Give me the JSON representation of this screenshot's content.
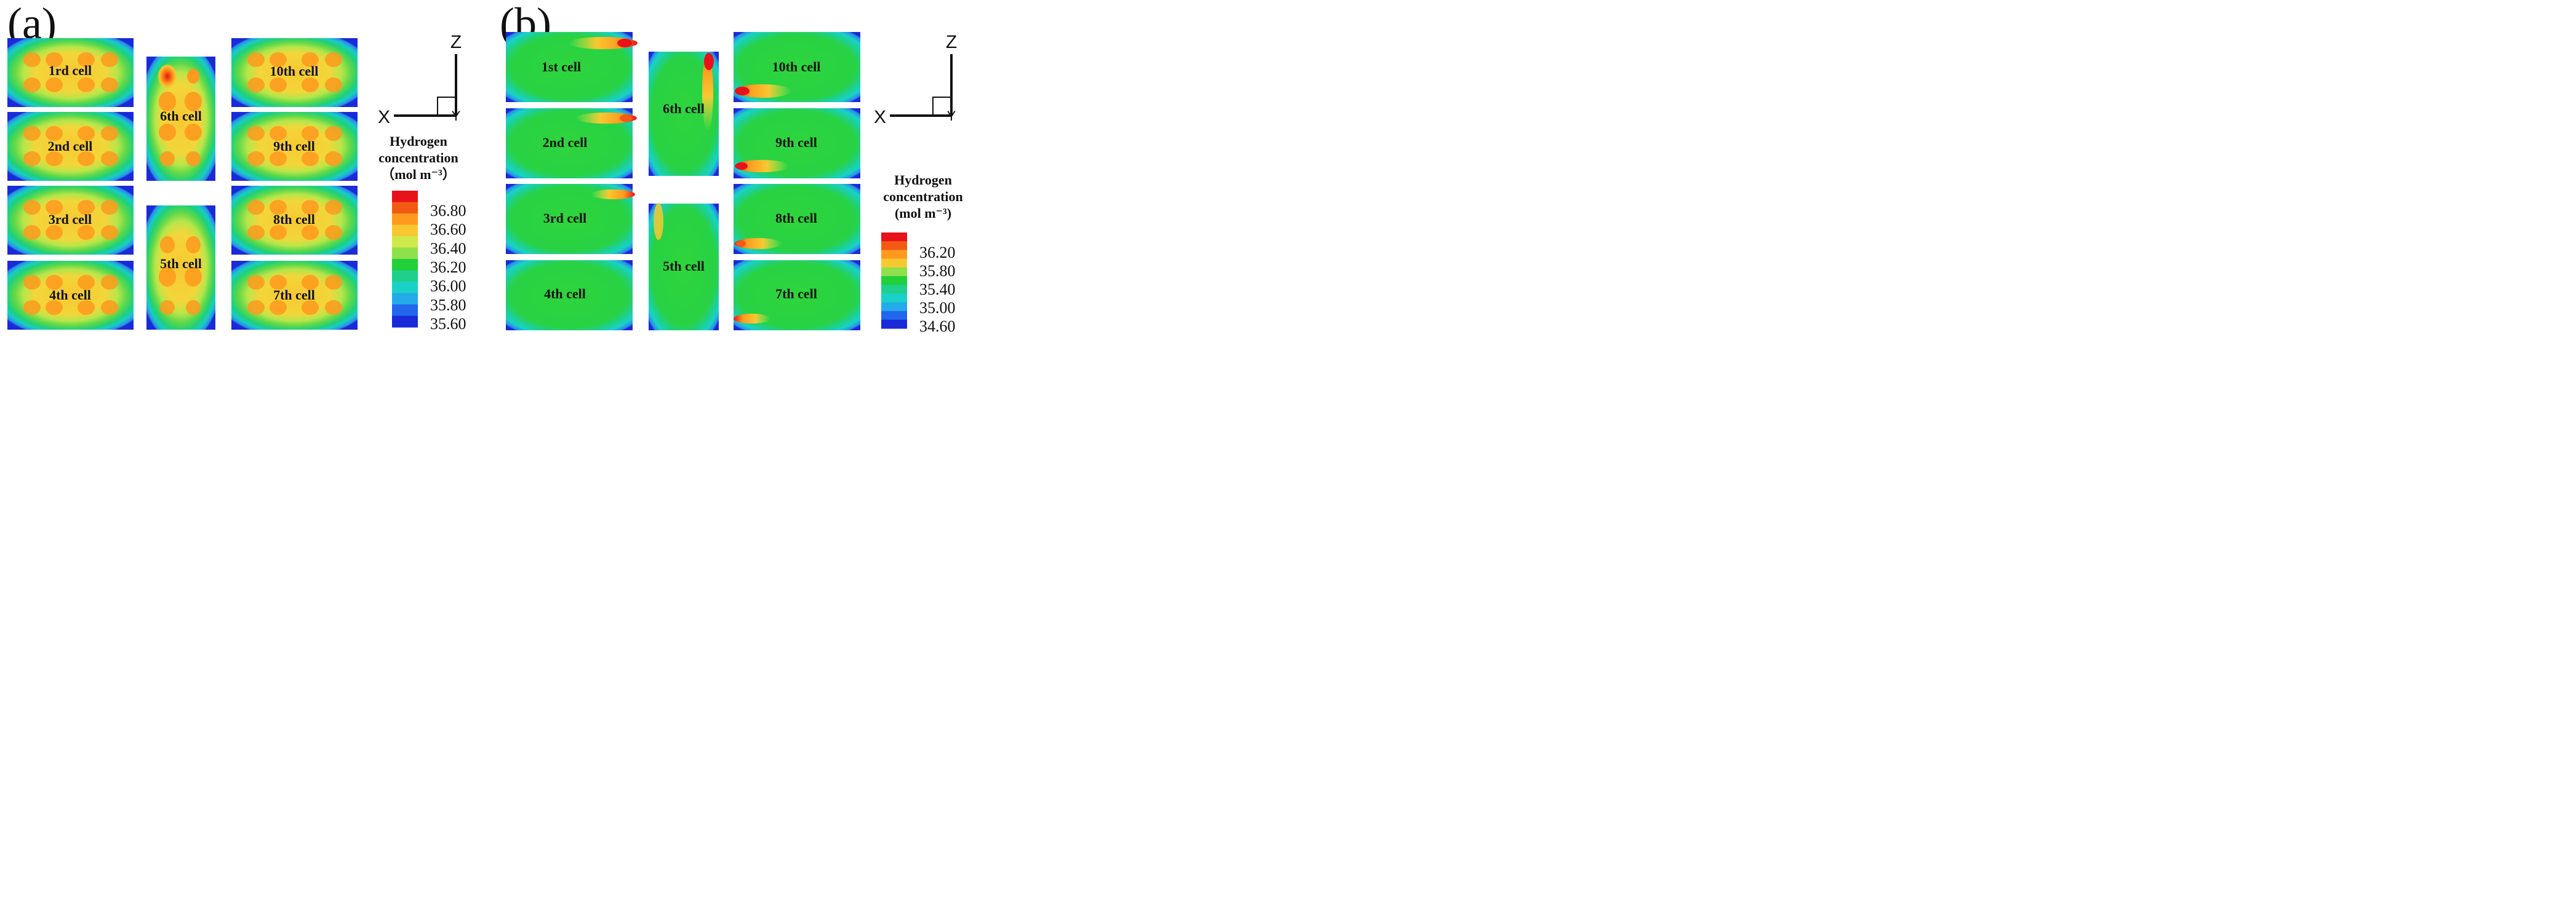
{
  "figure": {
    "panels": [
      {
        "label": "(a)",
        "axes": {
          "z": "Z",
          "x": "X",
          "y": "Y"
        },
        "legend": {
          "title_lines": [
            "Hydrogen",
            "concentration",
            "（mol m⁻³）"
          ],
          "ticks": [
            "36.80",
            "36.60",
            "36.40",
            "36.20",
            "36.00",
            "35.80",
            "35.60"
          ],
          "colors": [
            "#e8121a",
            "#f25a14",
            "#ff9a1e",
            "#f8c832",
            "#cfe84a",
            "#8fe04a",
            "#22d03a",
            "#1ed08a",
            "#18d2c8",
            "#24aae8",
            "#2266ee",
            "#1a2ad8"
          ]
        },
        "cells": {
          "c1": "1rd cell",
          "c2": "2nd cell",
          "c3": "3rd cell",
          "c4": "4th cell",
          "c5": "5th cell",
          "c6": "6th cell",
          "c7": "7th cell",
          "c8": "8th cell",
          "c9": "9th cell",
          "c10": "10th cell"
        }
      },
      {
        "label": "(b)",
        "axes": {
          "z": "Z",
          "x": "X",
          "y": "Y"
        },
        "legend": {
          "title_lines": [
            "Hydrogen",
            "concentration",
            "(mol m⁻³)"
          ],
          "ticks": [
            "36.20",
            "35.80",
            "35.40",
            "35.00",
            "34.60"
          ],
          "colors": [
            "#e8121a",
            "#f25a14",
            "#ff9a1e",
            "#f8c832",
            "#8fe04a",
            "#22d03a",
            "#1ed08a",
            "#18d2c8",
            "#24aae8",
            "#2266ee",
            "#1a2ad8"
          ]
        },
        "cells": {
          "c1": "1st cell",
          "c2": "2nd cell",
          "c3": "3rd cell",
          "c4": "4th cell",
          "c5": "5th cell",
          "c6": "6th cell",
          "c7": "7th cell",
          "c8": "8th cell",
          "c9": "9th cell",
          "c10": "10th cell"
        }
      }
    ]
  }
}
